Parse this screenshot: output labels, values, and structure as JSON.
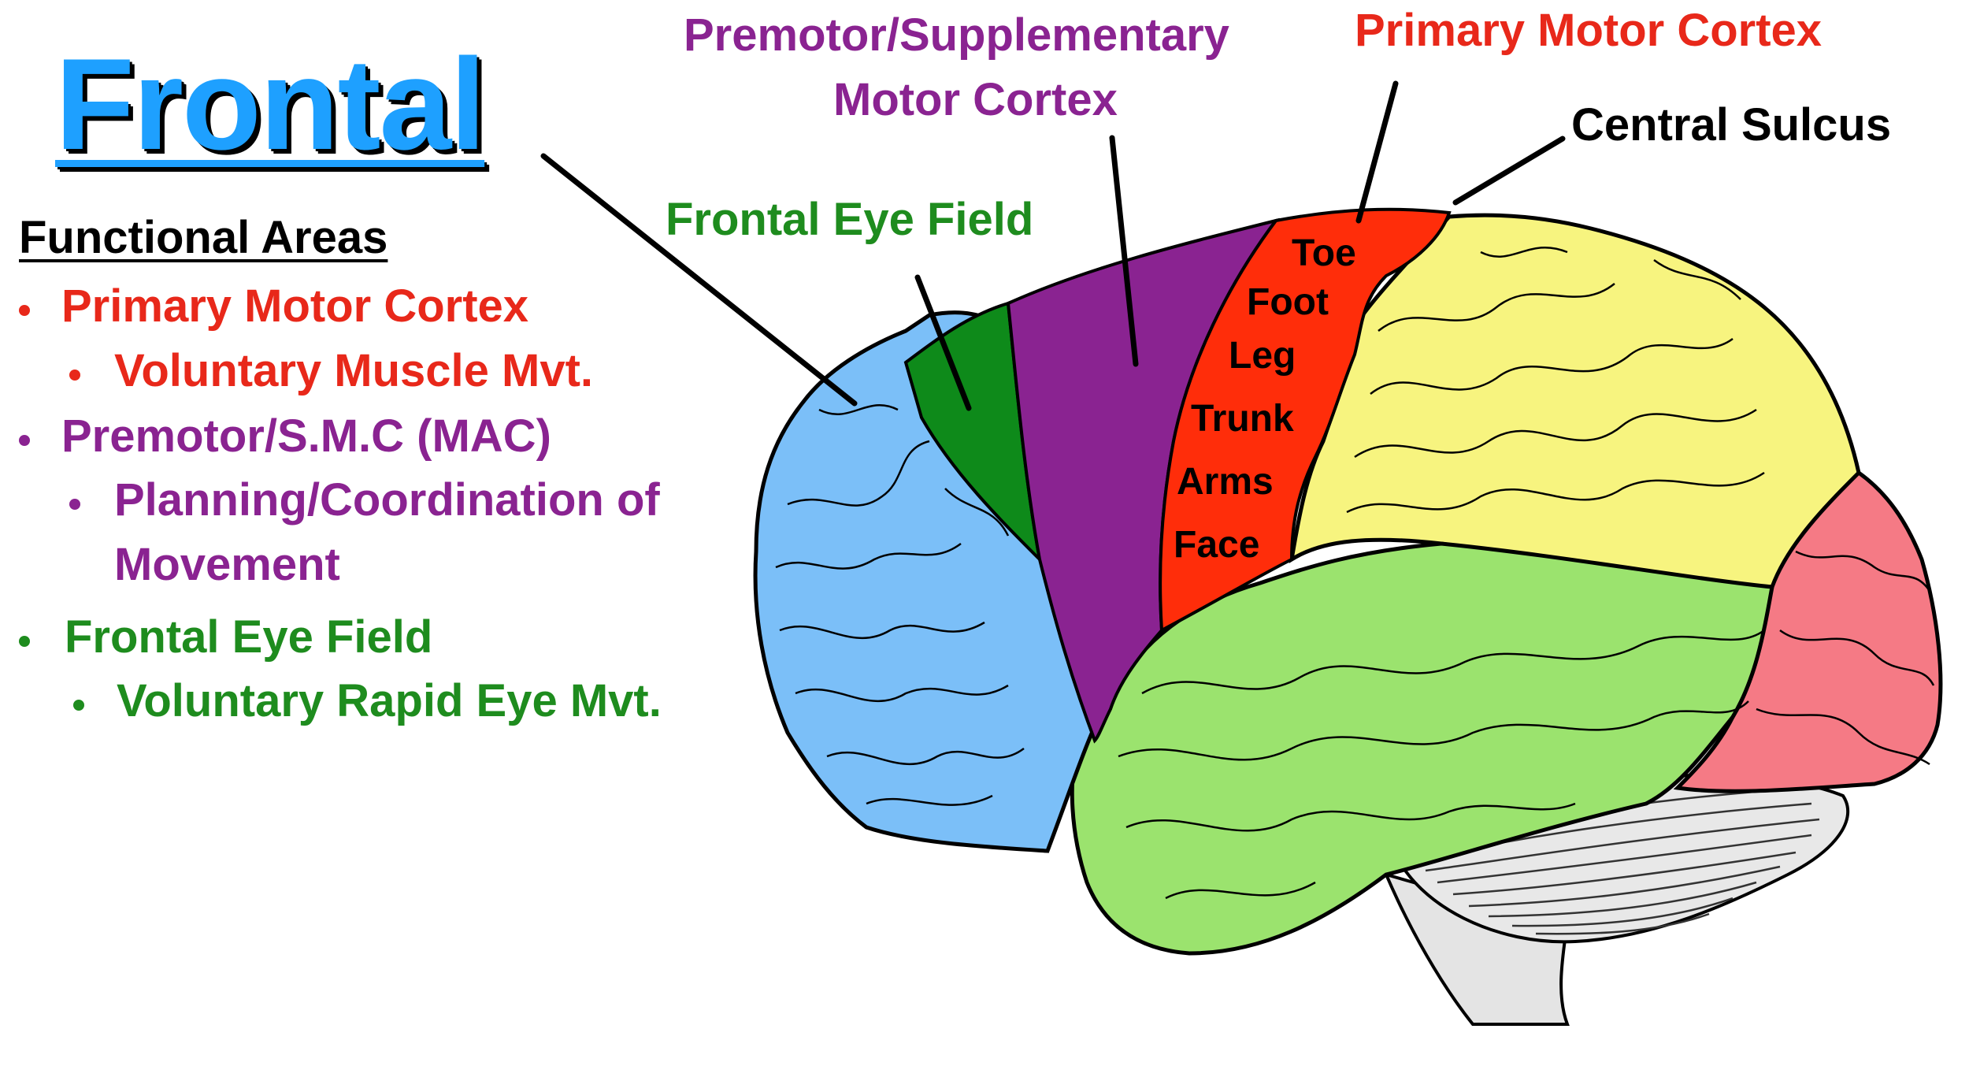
{
  "title": "Frontal",
  "functional_areas": {
    "heading": "Functional Areas",
    "items": [
      {
        "label": "Primary Motor Cortex",
        "color": "#e8281a",
        "sub": "Voluntary Muscle Mvt."
      },
      {
        "label": "Premotor/S.M.C (MAC)",
        "color": "#8a2391",
        "sub_lines": [
          "Planning/Coordination of",
          "Movement"
        ]
      },
      {
        "label": "Frontal Eye Field",
        "color": "#1e8c1e",
        "sub": "Voluntary Rapid Eye Mvt."
      }
    ]
  },
  "diagram_labels": {
    "premotor_line1": "Premotor/Supplementary",
    "premotor_line2": "Motor Cortex",
    "primary_motor": "Primary Motor Cortex",
    "central_sulcus": "Central Sulcus",
    "frontal_eye_field": "Frontal Eye Field"
  },
  "homunculus": [
    "Toe",
    "Foot",
    "Leg",
    "Trunk",
    "Arms",
    "Face"
  ],
  "colors": {
    "frontal_lobe": "#7bbff8",
    "frontal_eye_field": "#0e8a1a",
    "premotor": "#8a2391",
    "primary_motor": "#ff2d0a",
    "parietal": "#f7f47f",
    "temporal": "#9be36e",
    "occipital": "#f57a85",
    "cerebellum": "#e8e8e8",
    "title": "#1ea0ff"
  }
}
